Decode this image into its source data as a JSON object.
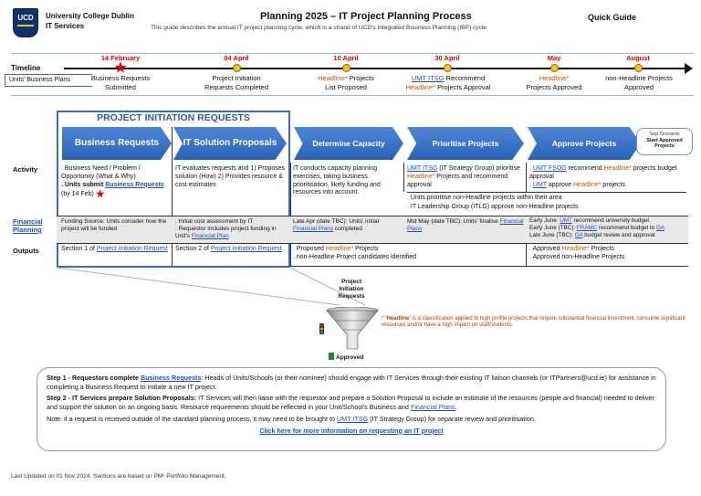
{
  "header": {
    "logo_text": "UCD",
    "org_line1": "University College Dublin",
    "org_line2": "IT Services",
    "title": "Planning 2025 – IT Project Planning Process",
    "subtitle": "This guide describes the annual IT project planning cycle, which is a strand of UCD's Integrated Business Planning (IBP) cycle",
    "quick_guide": "Quick Guide"
  },
  "timeline": {
    "label": "Timeline",
    "units_plans": "Units' Business Plans",
    "milestones": [
      {
        "date": "14 February",
        "line1": "Business Requests",
        "line2": "Submitted",
        "marker": "star"
      },
      {
        "date": "04 April",
        "line1": "Project Initiation",
        "line2": "Requests Completed",
        "marker": "dot"
      },
      {
        "date": "10 April",
        "line1_hl": "Headline*",
        "line1": " Projects",
        "line2": "List Proposed",
        "marker": "dot"
      },
      {
        "date": "30 April",
        "line1_link": "UMT ITSG",
        "line1": " Recommend",
        "line2_hl": "Headline*",
        "line2": " Projects Approval",
        "marker": "dot"
      },
      {
        "date": "May",
        "line1_hl": "Headline*",
        "line1": "",
        "line2": "Projects Approved",
        "marker": "dot"
      },
      {
        "date": "August",
        "line1": "non-Headline Projects",
        "line2": "Approved",
        "marker": "dot"
      }
    ]
  },
  "pir_title": "PROJECT INITIATION REQUESTS",
  "phases": [
    "Business Requests",
    "IT Solution Proposals",
    "Determine Capacity",
    "Prioritise Projects",
    "Approve Projects"
  ],
  "sep_box": {
    "line1": "Sep Onwards",
    "line2": "Start Approved Projects"
  },
  "rows": {
    "activity": "Activity",
    "financial": "Financial Planning",
    "outputs": "Outputs"
  },
  "activity": {
    "c1_a": ". Business Need / Problem / Opportunity (What & Why)",
    "c1_b": ". Units submit ",
    "c1_link": "Business Requests",
    "c1_c": " (by 14 Feb)",
    "c2": "IT evaluates requests and 1) Proposes solution (How) 2) Provides resource & cost estimates",
    "c3": "IT conducts capacity planning exercises, taking business prioritisation, likely funding and resources into account.",
    "c4_link": "UMT ITSG",
    "c4_a": " (IT Strategy Group) prioritise ",
    "c4_hl": "Headline*",
    "c4_b": " Projects and recommend approval",
    "c5_a": ". ",
    "c5_link1": "UMT FSOG",
    "c5_b": " recommend ",
    "c5_hl1": "Headline*",
    "c5_c": " projects budget approval",
    "c5_d": ". ",
    "c5_link2": "UMT",
    "c5_e": " approve ",
    "c5_hl2": "Headline*",
    "c5_f": " projects",
    "span1": ". Units prioritise non-Headline projects within their area",
    "span2": ". IT Leadership Group (ITLG) approve non-Headline projects"
  },
  "financial": {
    "c1": "Funding Source: Units consider how the project will be funded",
    "c2_a": ". Initial cost assessment by IT",
    "c2_b": ". Requestor includes project funding in Unit's ",
    "c2_link": "Financial Plan",
    "c3_a": "Late Apr (date TBC): Units' initial ",
    "c3_link": "Financial Plans",
    "c3_b": " completed",
    "c4_a": "Mid May (date TBC): Units' finalise ",
    "c4_link": "Financial Plans",
    "c5_a": "Early June: ",
    "c5_link1": "UMT",
    "c5_b": " recommend university budget",
    "c5_c": "Early June (TBC): ",
    "c5_link2": "FRAMC",
    "c5_d": " recommend budget to ",
    "c5_link3": "GA",
    "c5_e": "Late June (TBC): ",
    "c5_link4": "GA",
    "c5_f": " budget review and approval"
  },
  "outputs": {
    "c1_a": "Section 1 of ",
    "c1_link": "Project Initiation Request",
    "c2_a": "Section 2 of ",
    "c2_link": "Project Initiation Request",
    "c3_a": ". Proposed ",
    "c3_hl": "Headline*",
    "c3_b": " Projects",
    "c3_c": ". non-Headline Project candidates identified",
    "c4_a": ". Approved ",
    "c4_hl": "Headline*",
    "c4_b": " Projects",
    "c4_c": ". Approved non-Headline Projects"
  },
  "funnel": {
    "label": "Project Initiation Requests",
    "approved": "Approved",
    "note_star": "* ",
    "note_b": "'Headline'",
    "note": " is a classification applied to high profile projects that require substantial financial investment, consume significant resources and/or have a high impact on staff/students."
  },
  "steps": {
    "s1_b": "Step 1 - Requestors complete ",
    "s1_link": "Business Requests",
    "s1": ": Heads of Units/Schools (or their nominee) should engage with IT Services through their existing IT liaison channels (or ITPartners@ucd.ie) for assistance in completing a Business Request to initiate a new IT project.",
    "s2_b": "Step 2 - IT Services prepare Solution Proposals:",
    "s2": " IT Services will then liaise with the requestor and prepare a Solution Proposal to include an estimate of the resources (people and financial) needed to deliver and support the solution on an ongoing basis. Resource requirements should be reflected in your Unit/School's Business and ",
    "s2_link": "Financial Plans",
    "s2_end": ".",
    "note_a": "Note: if a request is received outside of the standard planning process, it may need to be brought to ",
    "note_link": "UMT ITSG",
    "note_b": " (IT Strategy Group) for separate review and prioritisation.",
    "more": "Click here for more information on requesting an IT project"
  },
  "footer": "Last Updated on 01 Nov 2024. Sections are based on PM² Portfolio Management."
}
